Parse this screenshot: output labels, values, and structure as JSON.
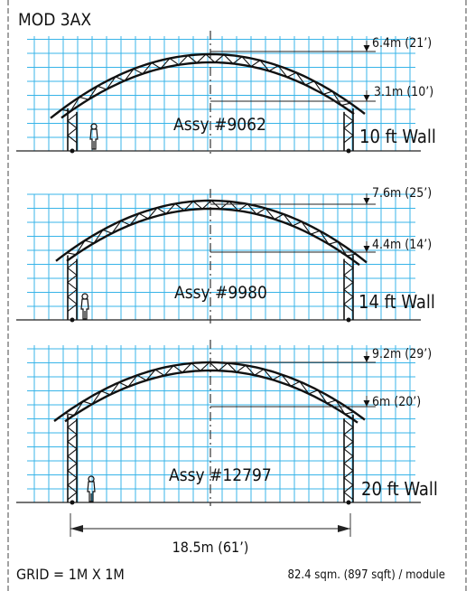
{
  "header": {
    "title": "MOD 3AX"
  },
  "panels": [
    {
      "assy_label": "Assy #9062",
      "wall_label": "10 ft Wall",
      "peak_height": "6.4m  (21’)",
      "eave_height": "3.1m  (10’)"
    },
    {
      "assy_label": "Assy #9980",
      "wall_label": "14 ft Wall",
      "peak_height": "7.6m  (25’)",
      "eave_height": "4.4m  (14’)"
    },
    {
      "assy_label": "Assy #12797",
      "wall_label": "20 ft Wall",
      "peak_height": "9.2m  (29’)",
      "eave_height": "6m  (20’)"
    }
  ],
  "span": {
    "label": "18.5m  (61’)"
  },
  "footer": {
    "grid_label": "GRID  =  1M  X  1M",
    "area_label": "82.4 sqm. (897 sqft)  /  module"
  },
  "colors": {
    "grid": "#38b4e8",
    "line": "#111111"
  }
}
